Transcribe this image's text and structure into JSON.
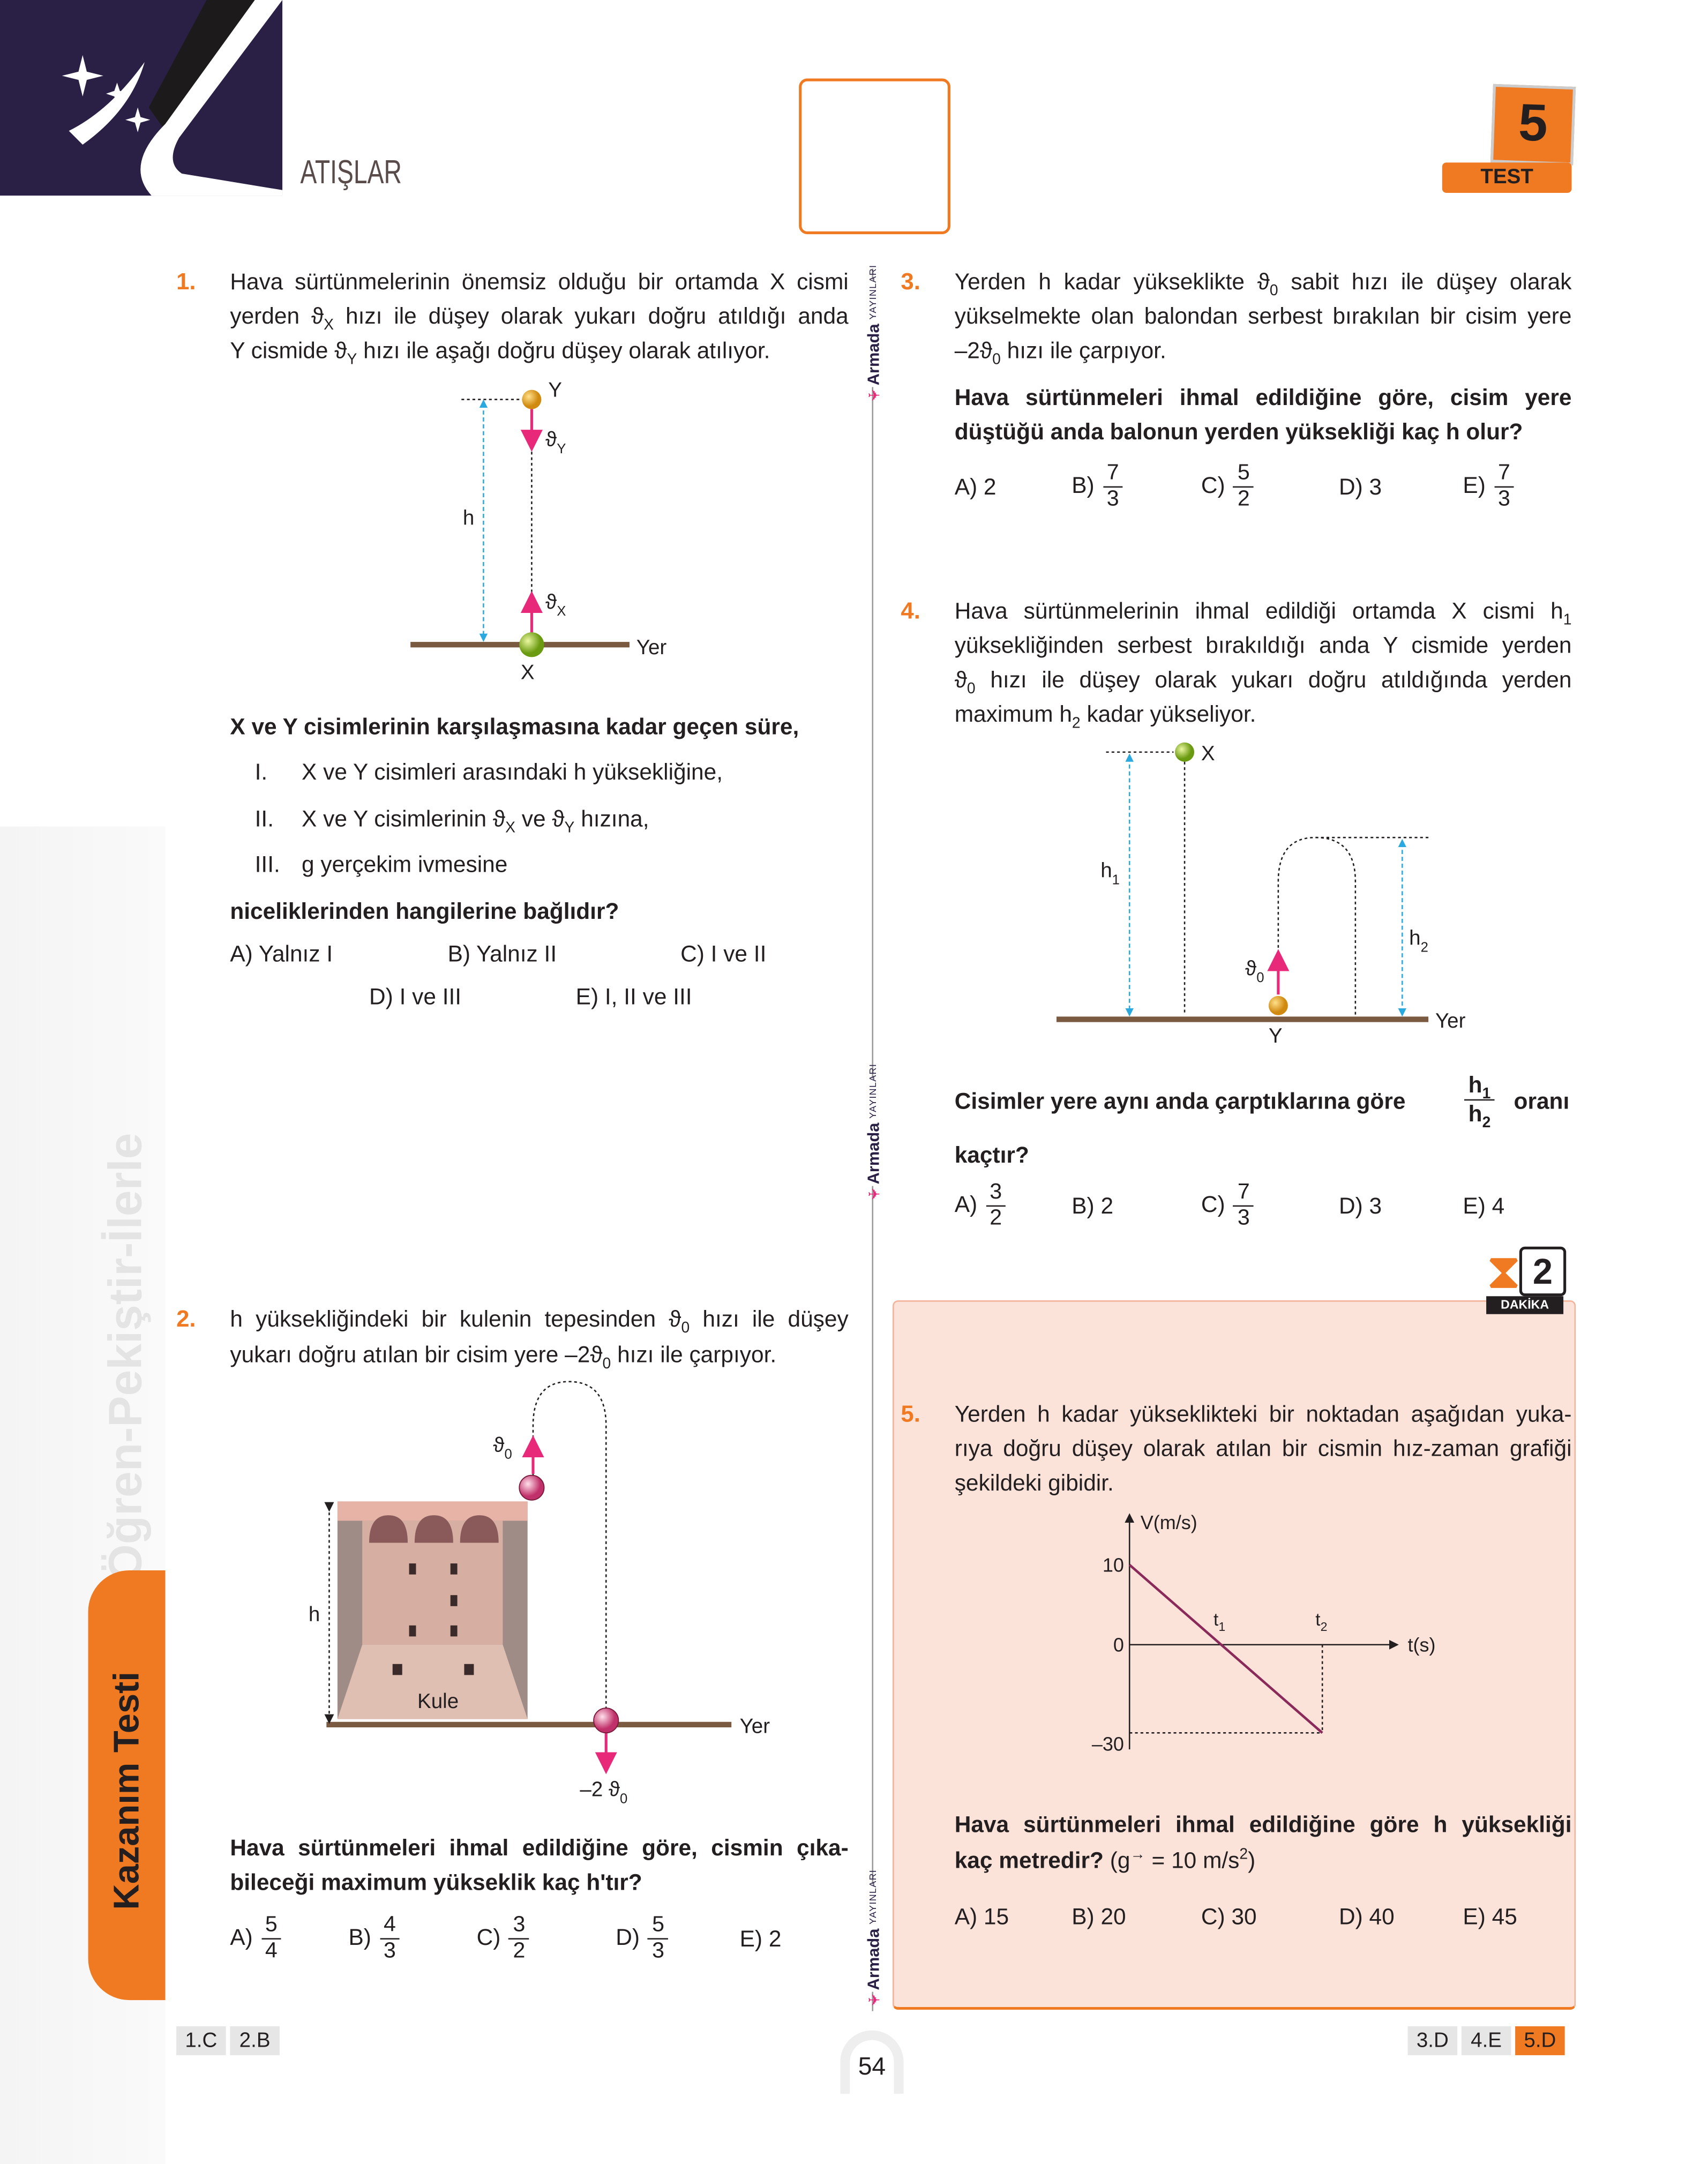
{
  "header": {
    "section_title": "ATIŞLAR",
    "test_number": "5",
    "test_label": "TEST"
  },
  "sidebar": {
    "slogan": "Öğren-Pekiştir-İlerle",
    "tab_label": "Kazanım Testi"
  },
  "publisher": {
    "name": "Armada",
    "sub": "YAYINLARI"
  },
  "colors": {
    "accent": "#f07a22",
    "pink": "#e8297a",
    "box_bg": "#fce3da",
    "panel": "#2a1f45",
    "arrow_blue": "#29a9e0"
  },
  "q1": {
    "num": "1.",
    "lines": [
      [
        "Hava sürtünmelerinin önemsiz olduğu bir ortamda X cismi"
      ],
      [
        "yerden ϑ",
        {
          "sub": "X"
        },
        "  hızı ile düşey olarak yukarı doğru atıldığı anda"
      ],
      [
        "Y cismide ϑ",
        {
          "sub": "Y"
        },
        " hızı ile aşağı doğru düşey olarak atılıyor."
      ]
    ],
    "figure": {
      "label_y": "Y",
      "label_vy": "ϑ",
      "label_vy_sub": "Y",
      "label_h": "h",
      "label_vx": "ϑ",
      "label_vx_sub": "X",
      "label_ground": "Yer",
      "label_x": "X"
    },
    "question": "X ve Y cisimlerinin karşılaşmasına kadar geçen süre,",
    "items": [
      {
        "num": "I.",
        "text": [
          "X ve Y cisimleri arasındaki h yüksekliğine,"
        ]
      },
      {
        "num": "II.",
        "text": [
          "X ve Y cisimlerinin ϑ",
          {
            "sub": "X"
          },
          " ve ϑ",
          {
            "sub": "Y"
          },
          " hızına,"
        ]
      },
      {
        "num": "III.",
        "text": [
          "g yerçekim ivmesine"
        ]
      }
    ],
    "ask": "niceliklerinden hangilerine bağlıdır?",
    "options": [
      "A) Yalnız I",
      "B) Yalnız II",
      "C) I ve II",
      "D) I ve III",
      "E) I, II ve III"
    ]
  },
  "q2": {
    "num": "2.",
    "lines": [
      [
        "h yüksekliğindeki bir kulenin tepesinden ϑ",
        {
          "sub": "0"
        },
        " hızı ile düşey"
      ],
      [
        "yukarı doğru atılan bir cisim yere –2ϑ",
        {
          "sub": "0"
        },
        " hızı ile çarpıyor."
      ]
    ],
    "figure": {
      "label_v0": "ϑ",
      "label_v0_sub": "0",
      "label_h": "h",
      "label_tower": "Kule",
      "label_ground": "Yer",
      "label_vfinal": "–2 ϑ",
      "label_vfinal_sub": "0"
    },
    "question": [
      "Hava sürtünmeleri ihmal edildiğine göre, cismin çıka-",
      "bileceği maximum yükseklik kaç h'tır?"
    ],
    "options": [
      {
        "label": "A)",
        "num": "5",
        "den": "4"
      },
      {
        "label": "B)",
        "num": "4",
        "den": "3"
      },
      {
        "label": "C)",
        "num": "3",
        "den": "2"
      },
      {
        "label": "D)",
        "num": "5",
        "den": "3"
      },
      {
        "label": "E) 2"
      }
    ]
  },
  "q3": {
    "num": "3.",
    "lines": [
      [
        "Yerden h kadar yükseklikte ϑ",
        {
          "sub": "0"
        },
        " sabit hızı ile düşey olarak"
      ],
      [
        "yükselmekte olan balondan serbest bırakılan bir cisim yere"
      ],
      [
        "–2ϑ",
        {
          "sub": "0"
        },
        " hızı ile çarpıyor."
      ]
    ],
    "question": [
      "Hava sürtünmeleri ihmal edildiğine göre, cisim yere",
      "düştüğü anda balonun yerden yüksekliği kaç h olur?"
    ],
    "options": [
      {
        "label": "A) 2"
      },
      {
        "label": "B)",
        "num": "7",
        "den": "3"
      },
      {
        "label": "C)",
        "num": "5",
        "den": "2"
      },
      {
        "label": "D) 3"
      },
      {
        "label": "E)",
        "num": "7",
        "den": "3"
      }
    ]
  },
  "q4": {
    "num": "4.",
    "lines": [
      [
        "Hava sürtünmelerinin ihmal edildiği ortamda X cismi h",
        {
          "sub": "1"
        }
      ],
      [
        "yüksekliğinden serbest bırakıldığı anda Y cismide yerden"
      ],
      [
        "ϑ",
        {
          "sub": "0"
        },
        " hızı ile düşey olarak yukarı doğru atıldığında yerden"
      ],
      [
        "maximum h",
        {
          "sub": "2"
        },
        " kadar yükseliyor."
      ]
    ],
    "figure": {
      "label_x": "X",
      "label_h1": "h",
      "label_h1_sub": "1",
      "label_h2": "h",
      "label_h2_sub": "2",
      "label_v0": "ϑ",
      "label_v0_sub": "0",
      "label_y": "Y",
      "label_ground": "Yer"
    },
    "question_pre": "Cisimler yere aynı anda çarptıklarına göre",
    "ratio_num": [
      "h",
      {
        "sub": "1"
      }
    ],
    "ratio_den": [
      "h",
      {
        "sub": "2"
      }
    ],
    "question_post": "oranı",
    "question_end": "kaçtır?",
    "options": [
      {
        "label": "A)",
        "num": "3",
        "den": "2"
      },
      {
        "label": "B) 2"
      },
      {
        "label": "C)",
        "num": "7",
        "den": "3"
      },
      {
        "label": "D) 3"
      },
      {
        "label": "E) 4"
      }
    ]
  },
  "timer": {
    "minutes": "2",
    "label": "DAKİKA"
  },
  "q5": {
    "num": "5.",
    "lines": [
      [
        "Yerden h kadar yükseklikteki bir noktadan aşağıdan yuka-"
      ],
      [
        "rıya doğru düşey olarak atılan bir cismin hız-zaman grafiği"
      ],
      [
        "şekildeki gibidir."
      ]
    ],
    "graph": {
      "type": "line",
      "ylabel": "V(m/s)",
      "xlabel": "t(s)",
      "y_ticks": [
        "10",
        "0",
        "–30"
      ],
      "x_ticks": [
        {
          "t": "t",
          "sub": "1"
        },
        {
          "t": "t",
          "sub": "2"
        }
      ],
      "points": [
        {
          "t": "0",
          "v": 10
        },
        {
          "t": "t1",
          "v": 0
        },
        {
          "t": "t2",
          "v": -30
        }
      ]
    },
    "question": [
      "Hava sürtünmeleri ihmal edildiğine göre h yüksekliği",
      "kaç metredir?"
    ],
    "given": [
      "(g",
      {
        "sup": "→"
      },
      " = 10 m/s",
      {
        "sup": "2"
      },
      ")"
    ],
    "options": [
      {
        "label": "A) 15"
      },
      {
        "label": "B) 20"
      },
      {
        "label": "C) 30"
      },
      {
        "label": "D) 40"
      },
      {
        "label": "E) 45"
      }
    ]
  },
  "answers_left": [
    "1.C",
    "2.B"
  ],
  "answers_right": [
    "3.D",
    "4.E",
    "5.D"
  ],
  "page_number": "54"
}
